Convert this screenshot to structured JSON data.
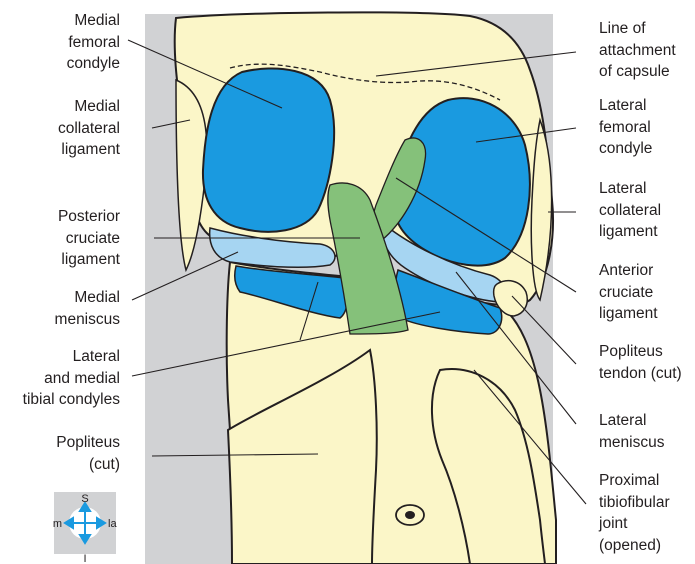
{
  "labels": {
    "medial_femoral_condyle": [
      "Medial",
      "femoral",
      "condyle"
    ],
    "medial_collateral_ligament": [
      "Medial",
      "collateral",
      "ligament"
    ],
    "posterior_cruciate_ligament": [
      "Posterior",
      "cruciate",
      "ligament"
    ],
    "medial_meniscus": [
      "Medial",
      "meniscus"
    ],
    "tibial_condyles": [
      "Lateral",
      "and medial",
      "tibial condyles"
    ],
    "popliteus_cut": [
      "Popliteus",
      "(cut)"
    ],
    "line_of_attachment": [
      "Line of",
      "attachment",
      "of capsule"
    ],
    "lateral_femoral_condyle": [
      "Lateral",
      "femoral",
      "condyle"
    ],
    "lateral_collateral_ligament": [
      "Lateral",
      "collateral",
      "ligament"
    ],
    "anterior_cruciate_ligament": [
      "Anterior",
      "cruciate",
      "ligament"
    ],
    "popliteus_tendon": [
      "Popliteus",
      "tendon (cut)"
    ],
    "lateral_meniscus": [
      "Lateral",
      "meniscus"
    ],
    "proximal_tibiofibular_joint": [
      "Proximal",
      "tibiofibular",
      "joint",
      "(opened)"
    ]
  },
  "compass": {
    "top": "S",
    "left": "m",
    "right": "la",
    "bottom": "I"
  },
  "colors": {
    "bone": "#fbf6c8",
    "cartilage": "#1a9ae0",
    "meniscus": "#a6d5f2",
    "ligament": "#85c17a",
    "panel": "#d1d2d4",
    "outline": "#231f20"
  }
}
